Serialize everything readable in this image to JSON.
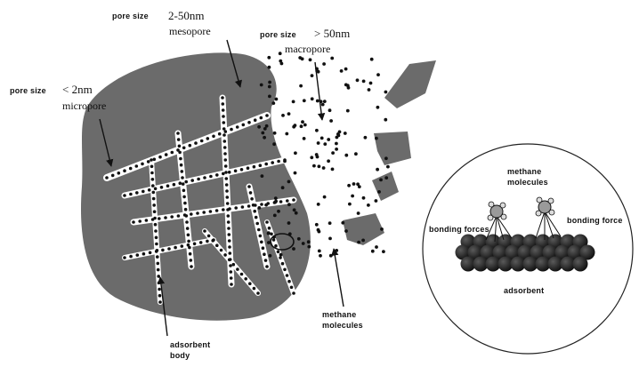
{
  "labels": {
    "mesopore_prefix": "pore size",
    "mesopore_range": "2-50nm",
    "mesopore_name": "mesopore",
    "macropore_prefix": "pore size",
    "macropore_range": "> 50nm",
    "macropore_name": "macropore",
    "micropore_prefix": "pore size",
    "micropore_range": "< 2nm",
    "micropore_name": "micropore",
    "methane_main_line1": "methane",
    "methane_main_line2": "molecules",
    "adsorbent_body_line1": "adsorbent",
    "adsorbent_body_line2": "body"
  },
  "inset": {
    "methane_line1": "methane",
    "methane_line2": "molecules",
    "bonding_left": "bonding forces",
    "bonding_right": "bonding force",
    "adsorbent": "adsorbent"
  },
  "colors": {
    "adsorbent_fill": "#6b6b6b",
    "pore_dot": "#111111",
    "pore_channel": "#ffffff",
    "atom": "#1c1c1c",
    "inset_outline": "#222222"
  }
}
